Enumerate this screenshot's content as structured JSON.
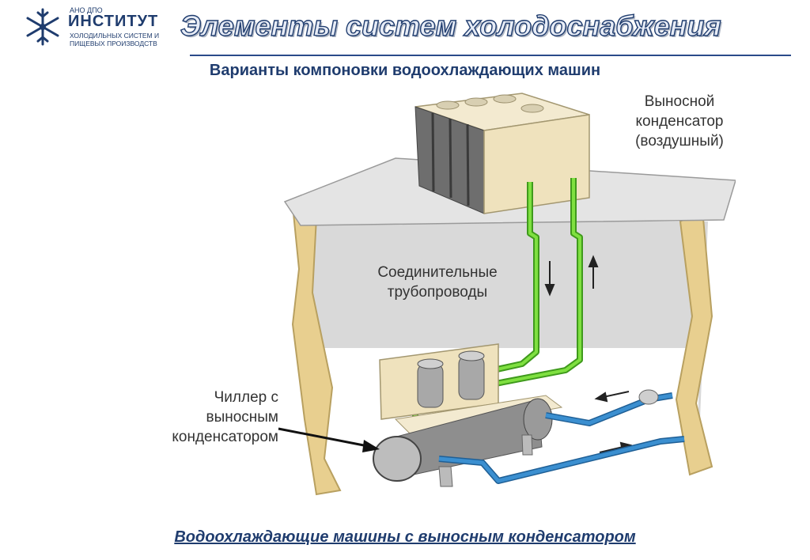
{
  "logo": {
    "small": "АНО ДПО",
    "name": "ИНСТИТУТ",
    "line1": "ХОЛОДИЛЬНЫХ СИСТЕМ И",
    "line2": "ПИЩЕВЫХ ПРОИЗВОДСТВ"
  },
  "header": {
    "title": "Элементы систем холодоснабжения",
    "subtitle": "Варианты компоновки водоохлаждающих машин"
  },
  "diagram": {
    "condenser_label": [
      "Выносной",
      "конденсатор",
      "(воздушный)"
    ],
    "pipes_label": [
      "Соединительные",
      "трубопроводы"
    ],
    "chiller_label": [
      "Чиллер с",
      "выносным",
      "конденсатором"
    ]
  },
  "caption": "Водоохлаждающие машины с выносным конденсатором",
  "colors": {
    "title_fill": "#e7ecf6",
    "title_stroke": "#1f3c6e",
    "pipe_green": "#5fce2c",
    "pipe_blue": "#3b8fd0",
    "roof_fill": "#e4e4e4",
    "wall_fill": "#e8cf8f",
    "condenser_fill": "#efe2bd"
  }
}
